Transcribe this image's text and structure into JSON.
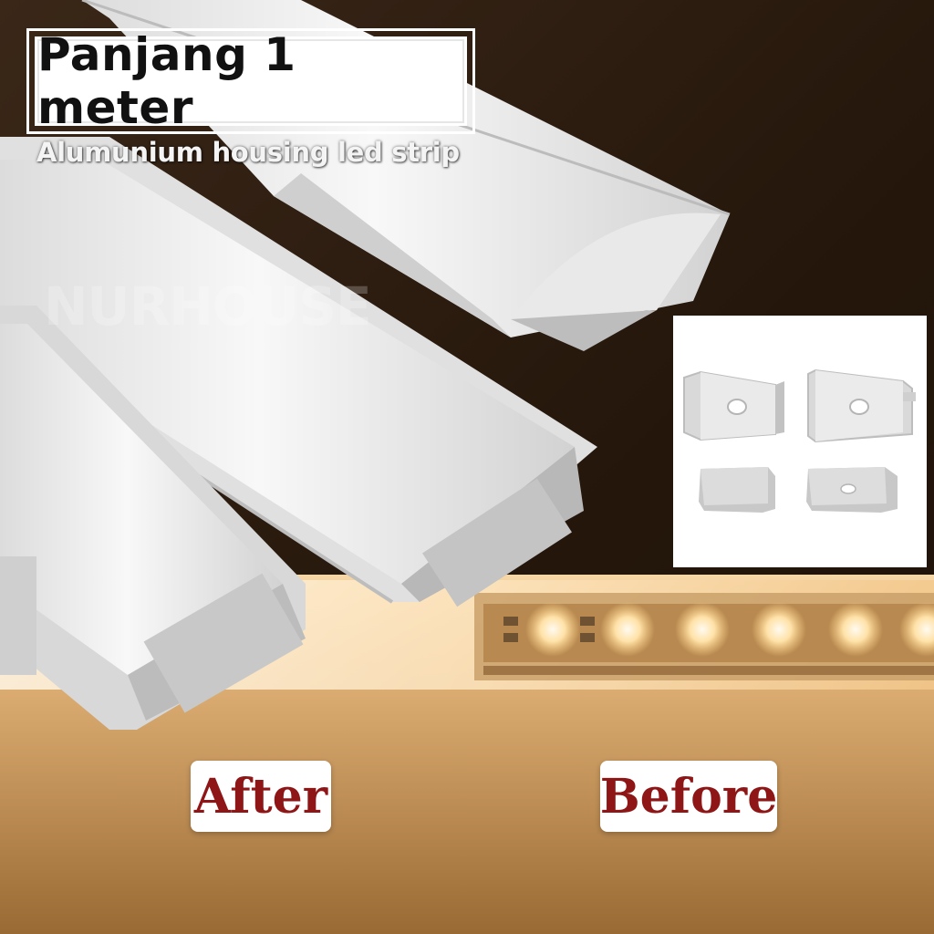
{
  "title": "Panjang 1 meter",
  "subtitle": "Alumunium housing led strip",
  "watermark": "NURHOUSE",
  "labels": {
    "after": "After",
    "before": "Before"
  },
  "colors": {
    "background_dark": "#2a1a0e",
    "warm_light": "#f2c27e",
    "label_text": "#8e1616"
  }
}
